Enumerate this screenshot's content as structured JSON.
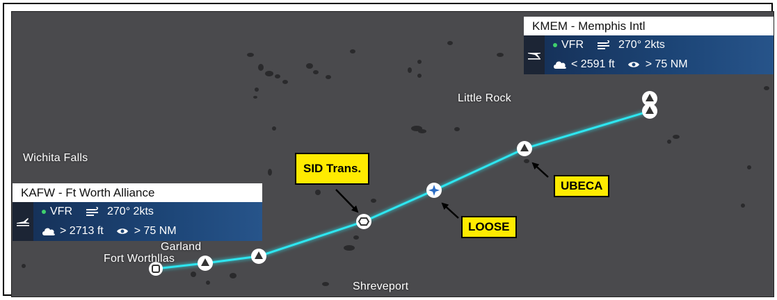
{
  "cities": {
    "little_rock": "Little Rock",
    "wichita_falls": "Wichita Falls",
    "garland": "Garland",
    "fort_worth_dallas": "Fort Worthllas",
    "shreveport": "Shreveport"
  },
  "departure": {
    "title": "KAFW - Ft Worth Alliance",
    "flight_rules": "VFR",
    "wind": "270° 2kts",
    "ceiling": "> 2713 ft",
    "visibility": "> 75 NM"
  },
  "arrival": {
    "title": "KMEM - Memphis Intl",
    "flight_rules": "VFR",
    "wind": "270° 2kts",
    "ceiling": "< 2591 ft",
    "visibility": "> 75 NM"
  },
  "callouts": {
    "sid": "SID Trans.",
    "loose": "LOOSE",
    "ubeca": "UBECA"
  },
  "colors": {
    "route": "#2ee6f0",
    "vfr": "#3fd06d",
    "callout_bg": "#ffeb00",
    "map_bg": "#4a4a4d"
  }
}
